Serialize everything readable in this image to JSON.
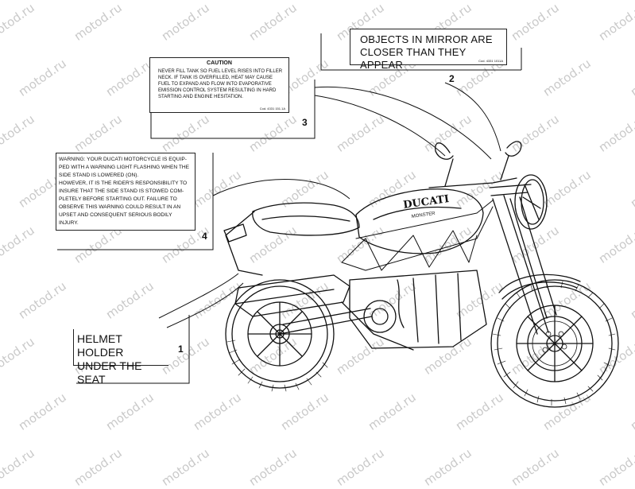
{
  "watermark": "motod.ru",
  "colors": {
    "line": "#111111",
    "watermark": "#c9c9c9",
    "background": "#ffffff"
  },
  "labels": {
    "caution": {
      "title": "CAUTION",
      "body": "NEVER FILL TANK SO FUEL LEVEL RISES INTO FILLER\nNECK. IF TANK IS OVERFILLED, HEAT MAY CAUSE\nFUEL TO EXPAND AND FLOW INTO EVAPORATIVE\nEMISSION CONTROL SYSTEM RESULTING IN HARD\nSTARTING AND ENGINE HESITATION.",
      "code": "Cod. 4331 151.1A"
    },
    "mirror": {
      "text": "OBJECTS IN MIRROR ARE\nCLOSER THAN THEY APPEAR",
      "code": "Cod. 4331 1011A"
    },
    "warning": {
      "body": "WARNING: YOUR DUCATI MOTORCYCLE IS EQUIP-\nPED WITH A WARNING LIGHT FLASHING WHEN THE\nSIDE STAND IS LOWERED (ON).\nHOWEVER, IT IS THE RIDER'S RESPONSIBILITY TO\nINSURE THAT THE SIDE STAND IS STOWED COM-\nPLETELY BEFORE STARTING OUT. FAILURE TO\nOBSERVE THIS WARNING COULD RESULT IN AN\nUPSET AND CONSEQUENT SERIOUS BODILY\nINJURY."
    },
    "helmet": {
      "text": "HELMET HOLDER\nUNDER THE SEAT"
    }
  },
  "callouts": {
    "c1": "1",
    "c2": "2",
    "c3": "3",
    "c4": "4"
  },
  "motorcycle": {
    "tank_brand": "DUCATI",
    "tank_model": "MONSTER"
  }
}
